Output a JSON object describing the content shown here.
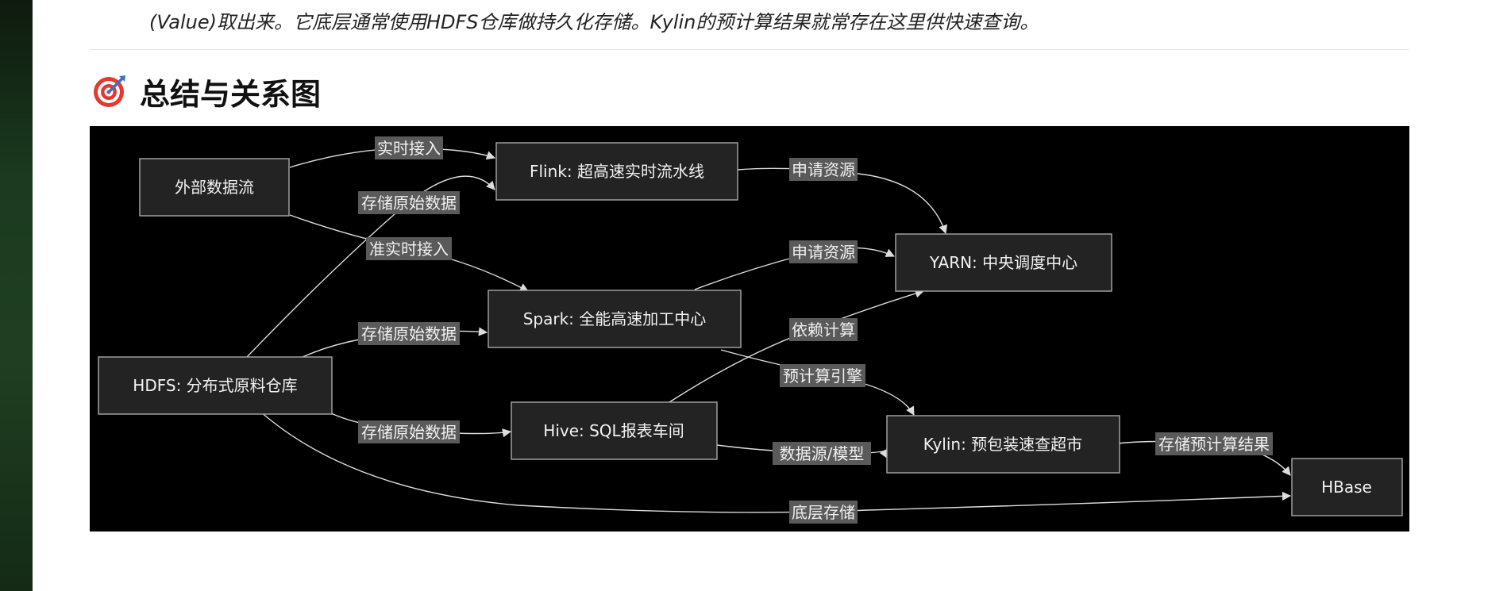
{
  "intro": {
    "text": "(Value)取出来。它底层通常使用HDFS仓库做持久化存储。Kylin的预计算结果就常存在这里供快速查询。"
  },
  "section": {
    "icon": "dart-target-icon",
    "title": "总结与关系图"
  },
  "colors": {
    "diagram_bg": "#000000",
    "node_fill": "#232323",
    "node_border": "#a9a9a9",
    "label_bg": "#5a5a5a",
    "edge": "#dcdcdc",
    "text": "#f2f2f2"
  },
  "diagram": {
    "nodes": {
      "ext": "外部数据流",
      "flink": "Flink: 超高速实时流水线",
      "yarn": "YARN: 中央调度中心",
      "spark": "Spark: 全能高速加工中心",
      "hdfs": "HDFS: 分布式原料仓库",
      "hive": "Hive: SQL报表车间",
      "kylin": "Kylin: 预包装速查超市",
      "hbase": "HBase"
    },
    "edges": {
      "ext_flink": "实时接入",
      "ext_spark": "准实时接入",
      "hdfs_flink": "存储原始数据",
      "hdfs_spark": "存储原始数据",
      "hdfs_hive": "存储原始数据",
      "flink_yarn": "申请资源",
      "spark_yarn": "申请资源",
      "hive_yarn": "依赖计算",
      "spark_kylin": "预计算引擎",
      "hive_kylin": "数据源/模型",
      "kylin_hbase": "存储预计算结果",
      "hdfs_hbase": "底层存储"
    }
  }
}
